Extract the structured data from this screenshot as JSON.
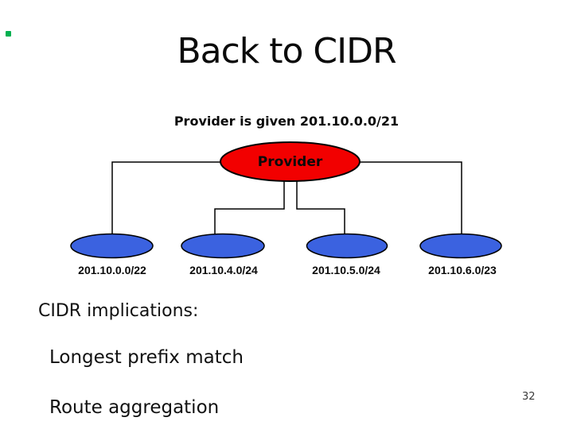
{
  "slide": {
    "title": "Back to CIDR",
    "subtitle": "Provider is given 201.10.0.0/21",
    "body": {
      "heading": "CIDR implications:",
      "items": [
        "Longest prefix match",
        "Route aggregation"
      ]
    },
    "page_number": "32"
  },
  "diagram": {
    "provider": {
      "label": "Provider",
      "fill": "#f20000"
    },
    "subnet_fill": "#3b62e0",
    "line_color": "#000000",
    "subnets": [
      {
        "label": "201.10.0.0/22"
      },
      {
        "label": "201.10.4.0/24"
      },
      {
        "label": "201.10.5.0/24"
      },
      {
        "label": "201.10.6.0/23"
      }
    ]
  },
  "colors": {
    "marker_green": "#00b050"
  }
}
